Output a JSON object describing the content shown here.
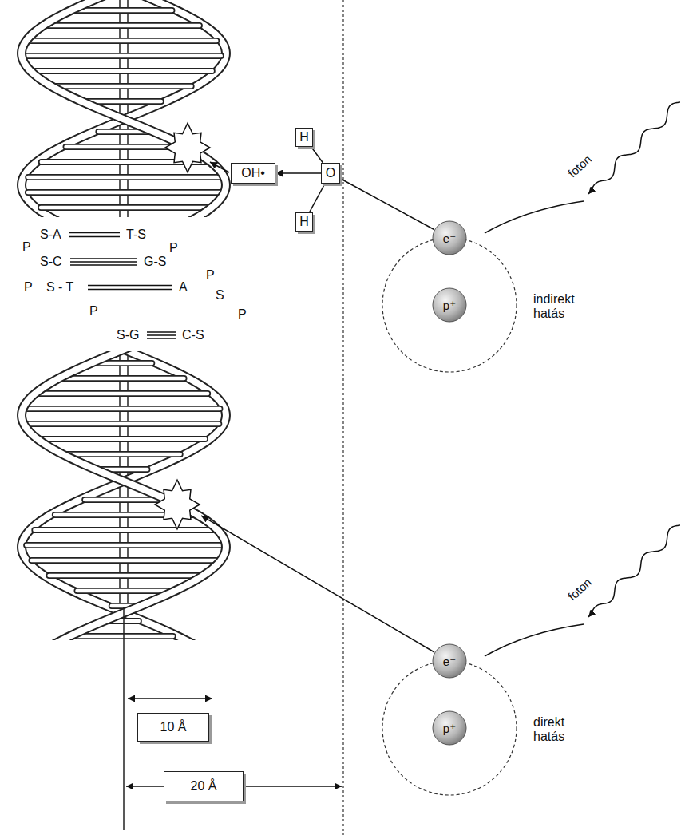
{
  "diagram": {
    "nodes": [
      {
        "text": [
          "H"
        ]
      },
      {
        "text": [
          "OH•"
        ]
      },
      {
        "text": [
          "O"
        ]
      },
      {
        "text": [
          "H"
        ]
      },
      {
        "text": [
          "e⁻"
        ]
      },
      {
        "text": [
          "p⁺"
        ]
      },
      {
        "text": [
          "e⁻"
        ]
      },
      {
        "text": [
          "p⁺"
        ]
      },
      {
        "text": [
          "10 Å"
        ]
      },
      {
        "text": [
          "20 Å"
        ]
      }
    ],
    "edges": [
      {
        "from": 0,
        "to": 2,
        "arrow": "none"
      },
      {
        "from": 3,
        "to": 2,
        "arrow": "none"
      },
      {
        "from": 2,
        "to": 1,
        "arrow": "to"
      },
      {
        "from": 4,
        "to": 2,
        "arrow": "none"
      }
    ],
    "labels": [
      "S-A",
      "T-S",
      "P",
      "P",
      "S-C",
      "G-S",
      "P",
      "P",
      "S - T",
      "A",
      "S",
      "P",
      "P",
      "S-G",
      "C-S",
      "foton",
      "indirekt hatás",
      "foton",
      "direkt hatás"
    ]
  }
}
